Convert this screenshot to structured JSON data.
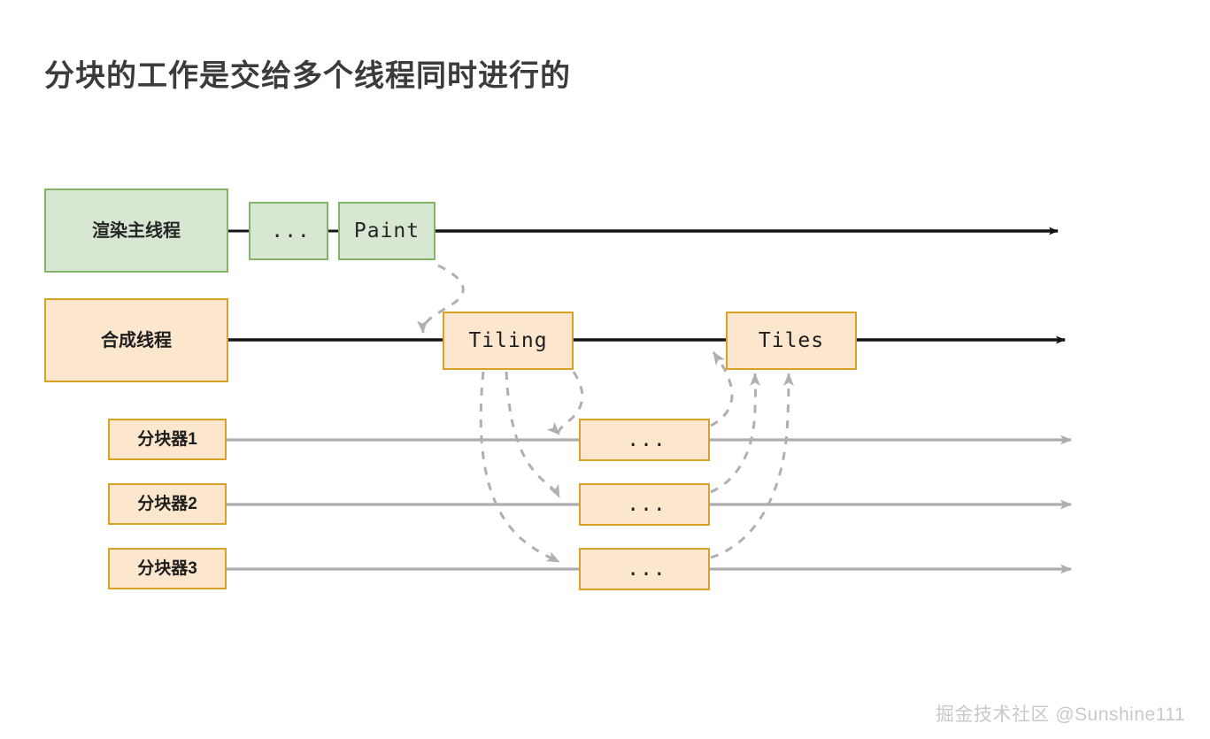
{
  "page": {
    "title": "分块的工作是交给多个线程同时进行的",
    "watermark": "掘金技术社区 @Sunshine111",
    "background_color": "#ffffff"
  },
  "colors": {
    "green_fill": "#d8e7d2",
    "green_border": "#86b36a",
    "orange_fill": "#fce6cd",
    "orange_border": "#d8a227",
    "main_timeline": "#141414",
    "worker_timeline": "#aaaaaa",
    "dashed_arrow": "#a8a8a8",
    "title_color": "#3b3b3b",
    "watermark_color": "#c9c9c9"
  },
  "diagram": {
    "type": "timeline-sequence",
    "lanes": [
      {
        "id": "main-thread",
        "label": "渲染主线程",
        "style": "green",
        "timeline_color": "#141414",
        "events": [
          {
            "id": "main-ellipsis",
            "label": "...",
            "style": "green"
          },
          {
            "id": "paint",
            "label": "Paint",
            "style": "green"
          }
        ]
      },
      {
        "id": "compositor-thread",
        "label": "合成线程",
        "style": "orange",
        "timeline_color": "#141414",
        "events": [
          {
            "id": "tiling",
            "label": "Tiling",
            "style": "orange"
          },
          {
            "id": "tiles",
            "label": "Tiles",
            "style": "orange"
          }
        ]
      },
      {
        "id": "tiler-1",
        "label": "分块器1",
        "style": "orange",
        "timeline_color": "#aaaaaa",
        "events": [
          {
            "id": "tiler-1-work",
            "label": "...",
            "style": "orange"
          }
        ]
      },
      {
        "id": "tiler-2",
        "label": "分块器2",
        "style": "orange",
        "timeline_color": "#aaaaaa",
        "events": [
          {
            "id": "tiler-2-work",
            "label": "...",
            "style": "orange"
          }
        ]
      },
      {
        "id": "tiler-3",
        "label": "分块器3",
        "style": "orange",
        "timeline_color": "#aaaaaa",
        "events": [
          {
            "id": "tiler-3-work",
            "label": "...",
            "style": "orange"
          }
        ]
      }
    ],
    "flows": [
      {
        "from": "paint",
        "to": "tiling",
        "style": "dashed"
      },
      {
        "from": "tiling",
        "to": "tiler-1-work",
        "style": "dashed"
      },
      {
        "from": "tiling",
        "to": "tiler-2-work",
        "style": "dashed"
      },
      {
        "from": "tiling",
        "to": "tiler-3-work",
        "style": "dashed"
      },
      {
        "from": "tiler-1-work",
        "to": "tiles",
        "style": "dashed"
      },
      {
        "from": "tiler-2-work",
        "to": "tiles",
        "style": "dashed"
      },
      {
        "from": "tiler-3-work",
        "to": "tiles",
        "style": "dashed"
      }
    ]
  }
}
